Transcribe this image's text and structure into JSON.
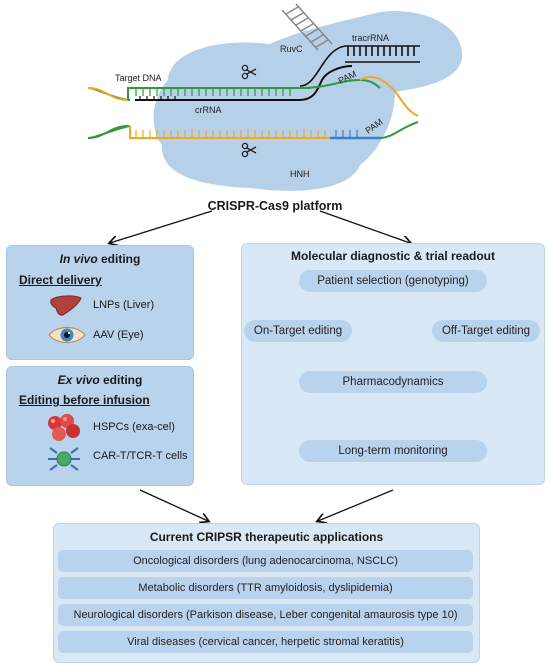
{
  "molecule": {
    "target_dna": "Target DNA",
    "crrna": "crRNA",
    "ruvc": "RuvC",
    "tracrrna": "tracrRNA",
    "pam_top": "PAM",
    "pam_bottom": "PAM",
    "hnh": "HNH"
  },
  "platform_title": "CRISPR-Cas9 platform",
  "in_vivo": {
    "title_em": "In vivo",
    "title_rest": " editing",
    "sub": "Direct delivery",
    "items": [
      "LNPs (Liver)",
      "AAV (Eye)"
    ]
  },
  "ex_vivo": {
    "title_em": "Ex vivo",
    "title_rest": " editing",
    "sub": "Editing before infusion",
    "items": [
      "HSPCs (exa-cel)",
      "CAR-T/TCR-T cells"
    ]
  },
  "diagnostic": {
    "title": "Molecular diagnostic & trial readout",
    "nodes": {
      "patient": "Patient selection (genotyping)",
      "on_target": "On-Target editing",
      "off_target": "Off-Target editing",
      "pharma": "Pharmacodynamics",
      "monitor": "Long-term monitoring"
    }
  },
  "applications": {
    "title": "Current CRIPSR therapeutic applications",
    "rows": [
      "Oncological disorders (lung adenocarcinoma, NSCLC)",
      "Metabolic disorders (TTR amyloidosis, dyslipidemia)",
      "Neurological disorders (Parkison disease, Leber congenital amaurosis type 10)",
      "Viral diseases (cervical cancer, herpetic stromal keratitis)"
    ]
  },
  "colors": {
    "panel": "#b9d3ec",
    "panel_light": "#d9e8f6",
    "dna_green": "#2e9a3a",
    "dna_orange": "#f0a824",
    "dna_blue": "#3a7fc8",
    "cas9_blob": "#b6d0ea"
  }
}
